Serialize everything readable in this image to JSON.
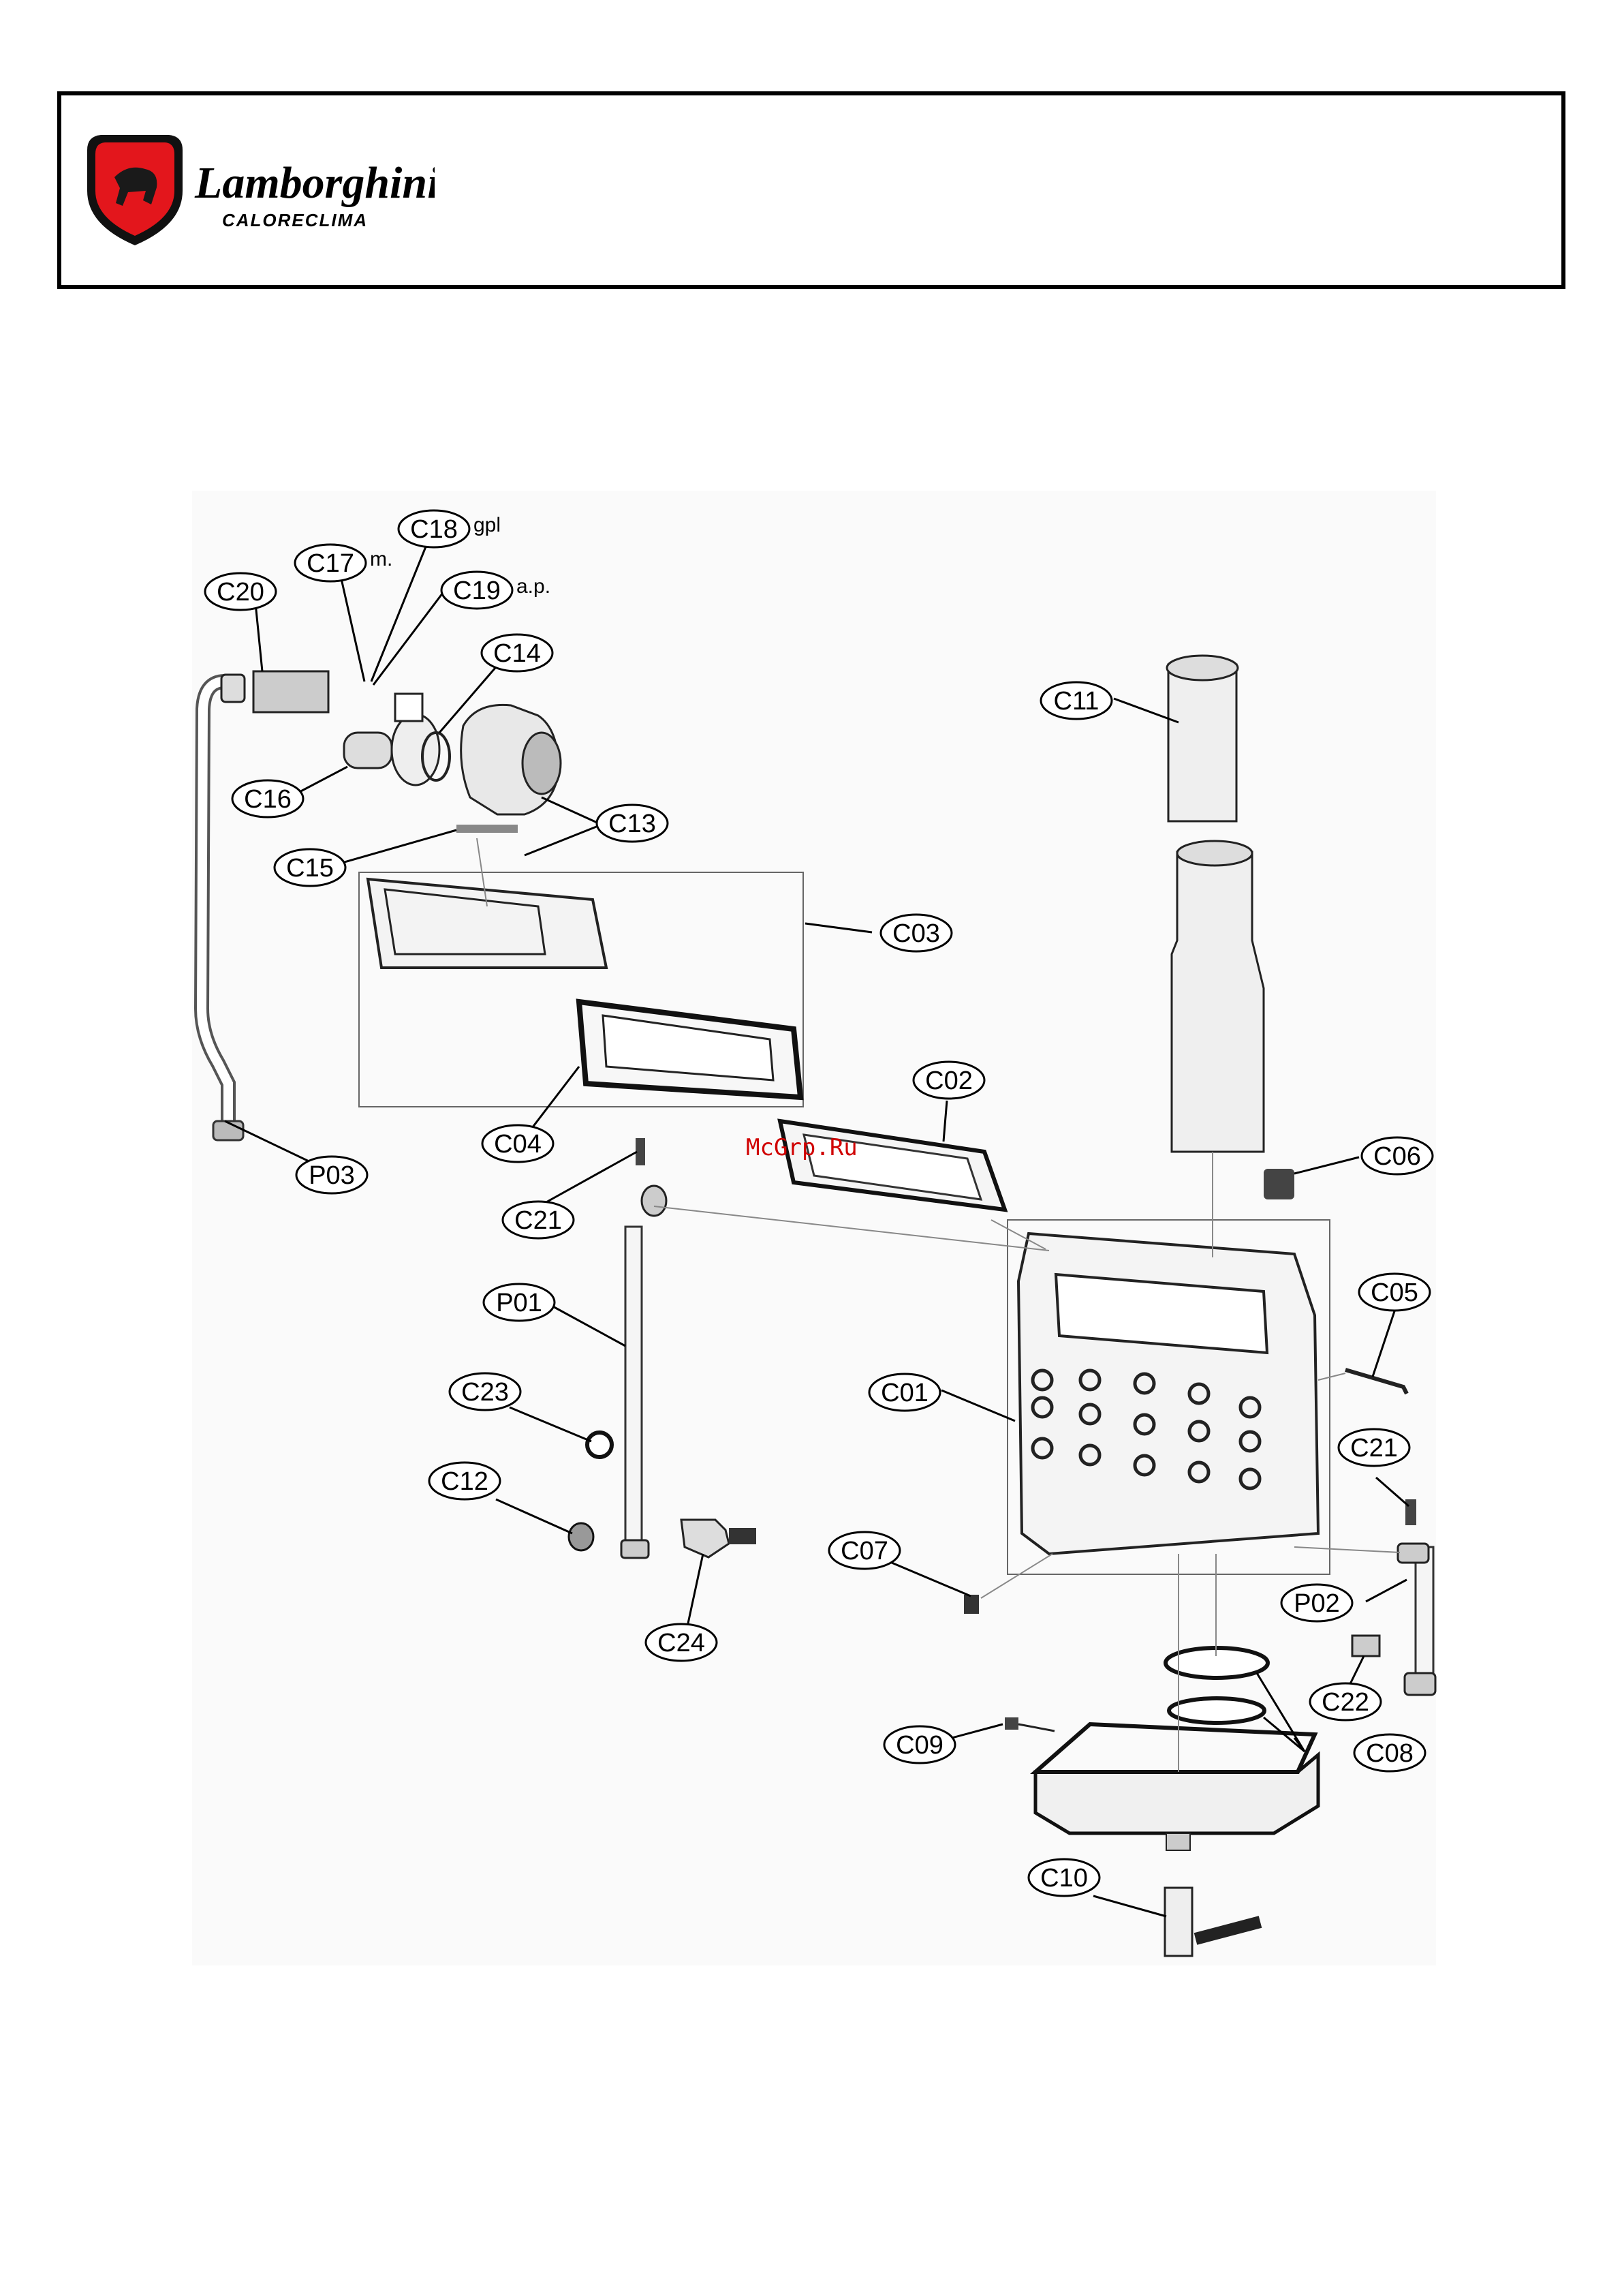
{
  "header": {
    "brand": "Lamborghini",
    "sub_brand": "CALORECLIMA"
  },
  "watermark": "McGrp.Ru",
  "callouts": [
    {
      "id": "C01",
      "label": "C01",
      "suffix": ""
    },
    {
      "id": "C02",
      "label": "C02",
      "suffix": ""
    },
    {
      "id": "C03",
      "label": "C03",
      "suffix": ""
    },
    {
      "id": "C04",
      "label": "C04",
      "suffix": ""
    },
    {
      "id": "C05",
      "label": "C05",
      "suffix": ""
    },
    {
      "id": "C06",
      "label": "C06",
      "suffix": ""
    },
    {
      "id": "C07",
      "label": "C07",
      "suffix": ""
    },
    {
      "id": "C08",
      "label": "C08",
      "suffix": ""
    },
    {
      "id": "C09",
      "label": "C09",
      "suffix": ""
    },
    {
      "id": "C10",
      "label": "C10",
      "suffix": ""
    },
    {
      "id": "C11",
      "label": "C11",
      "suffix": ""
    },
    {
      "id": "C12",
      "label": "C12",
      "suffix": ""
    },
    {
      "id": "C13",
      "label": "C13",
      "suffix": ""
    },
    {
      "id": "C14",
      "label": "C14",
      "suffix": ""
    },
    {
      "id": "C15",
      "label": "C15",
      "suffix": ""
    },
    {
      "id": "C16",
      "label": "C16",
      "suffix": ""
    },
    {
      "id": "C17",
      "label": "C17",
      "suffix": "m."
    },
    {
      "id": "C18",
      "label": "C18",
      "suffix": "gpl"
    },
    {
      "id": "C19",
      "label": "C19",
      "suffix": "a.p."
    },
    {
      "id": "C20",
      "label": "C20",
      "suffix": ""
    },
    {
      "id": "C21a",
      "label": "C21",
      "suffix": ""
    },
    {
      "id": "C21b",
      "label": "C21",
      "suffix": ""
    },
    {
      "id": "C22",
      "label": "C22",
      "suffix": ""
    },
    {
      "id": "C23",
      "label": "C23",
      "suffix": ""
    },
    {
      "id": "C24",
      "label": "C24",
      "suffix": ""
    },
    {
      "id": "P01",
      "label": "P01",
      "suffix": ""
    },
    {
      "id": "P02",
      "label": "P02",
      "suffix": ""
    },
    {
      "id": "P03",
      "label": "P03",
      "suffix": ""
    }
  ]
}
